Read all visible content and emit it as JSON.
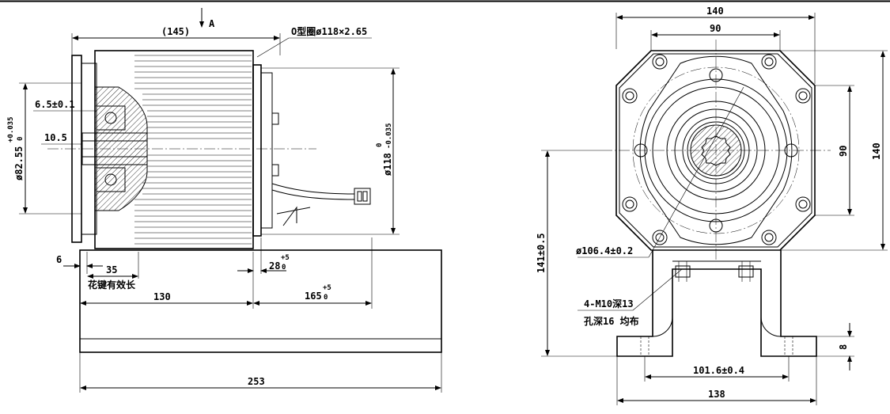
{
  "drawing": {
    "view_label": "A",
    "side_view": {
      "dim_145": "(145)",
      "oring": "O型圈ø118×2.65",
      "dim_6_5": "6.5±0.1",
      "dim_10_5": "10.5",
      "dia_82": "ø82.55",
      "dia_82_tol_upper": "+0.035",
      "dia_82_tol_lower": "0",
      "dia_118": "ø118",
      "dia_118_tol_upper": "0",
      "dia_118_tol_lower": "-0.035",
      "dim_6": "6",
      "dim_35": "35",
      "spline_note": "花键有效长",
      "dim_28": "28",
      "dim_28_tol_upper": "+5",
      "dim_28_tol_lower": "0",
      "dim_130": "130",
      "dim_165": "165",
      "dim_165_tol_upper": "+5",
      "dim_165_tol_lower": "0",
      "dim_253": "253"
    },
    "front_view": {
      "dim_140_top": "140",
      "dim_90_top": "90",
      "dim_90_right": "90",
      "dim_140_right": "140",
      "dim_141": "141±0.5",
      "dia_106": "ø106.4±0.2",
      "thread_note": "4-M10深13",
      "thread_note_2": "孔深16 均布",
      "dim_8": "8",
      "dim_101_6": "101.6±0.4",
      "dim_138": "138"
    }
  }
}
